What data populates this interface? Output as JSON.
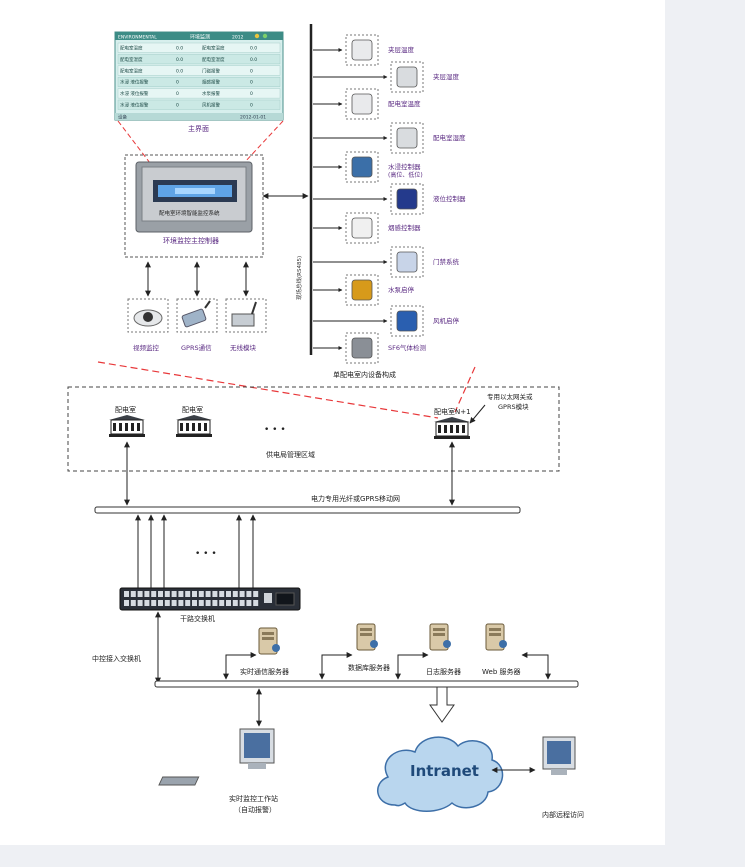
{
  "monitor_screen": {
    "header_left": "ENVIRONMENTAL",
    "header_center": "环境监测",
    "header_right": "2012",
    "rows": [
      [
        "配电室温度",
        "0.0",
        "配电室温度",
        "0.0"
      ],
      [
        "配电室湿度",
        "0.0",
        "配电室湿度",
        "0.0"
      ],
      [
        "配电室温度",
        "0.0",
        "门磁报警",
        "0"
      ],
      [
        "水浸 液位报警",
        "0",
        "烟感报警",
        "0"
      ],
      [
        "水浸 液位报警",
        "0",
        "水泵报警",
        "0"
      ],
      [
        "水浸 液位报警",
        "0",
        "风机报警",
        "0"
      ]
    ],
    "footer_left": "设备",
    "footer_right": "2012-01-01"
  },
  "labels": {
    "main_screen": "主界面",
    "controller_plate": "配电室环境智能监控系统",
    "controller_name": "环境监控主控制器",
    "bus_label": "现场总线(RS485)",
    "room_composition": "单配电室内设备构成",
    "supply_area": "供电局管理区域",
    "private_net": "电力专用光纤或GPRS移动网",
    "trunk_switch": "干路交换机",
    "center_switch": "中控接入交换机",
    "intranet": "Intranet",
    "workstation_line1": "实时监控工作站",
    "workstation_line2": "（自动报警）",
    "remote_access": "内部远程访问",
    "ellipsis_rooms": "• • •",
    "ellipsis_switch": "• • •",
    "n1_note_line1": "专用以太网关或",
    "n1_note_line2": "GPRS模块"
  },
  "controller_peripherals": [
    "视频监控",
    "GPRS通信",
    "无线模块"
  ],
  "sensors": [
    "夹层温度",
    "夹层湿度",
    "配电室温度",
    "配电室湿度",
    "水浸控制器",
    "液位控制器",
    "烟感控制器",
    "门禁系统",
    "水泵启停",
    "风机启停",
    "SF6气体检测"
  ],
  "sensor_subnote": "(高位、低位)",
  "rooms": [
    "配电室",
    "配电室",
    "配电室N+1"
  ],
  "servers": [
    "实时通信服务器",
    "数据库服务器",
    "日志服务器",
    "Web 服务器"
  ],
  "colors": {
    "line": "#222222",
    "dashed_red": "#e8383a",
    "purple_text": "#5a2a82",
    "screen_teal": "#bfe4e0",
    "cloud_fill": "#b9d6ee",
    "cloud_stroke": "#3d6fa8",
    "intranet_text": "#1f4a7a",
    "switch_dark": "#2a2f38"
  }
}
